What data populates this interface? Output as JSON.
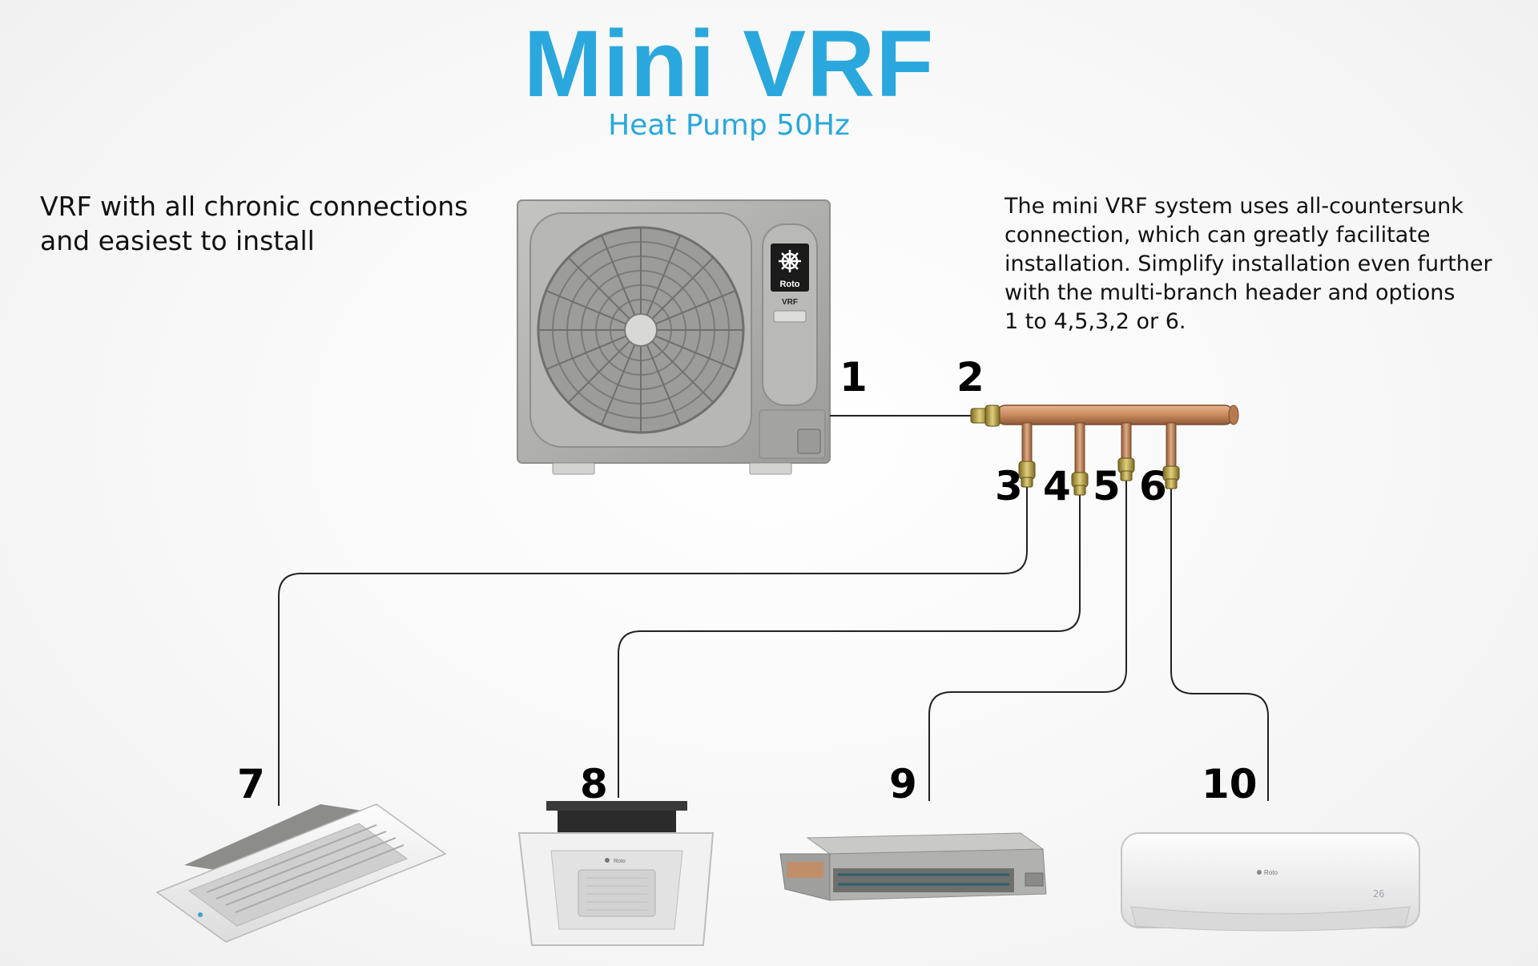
{
  "header": {
    "title": "Mini VRF",
    "subtitle": "Heat Pump 50Hz"
  },
  "left_description": {
    "line1": "VRF with all chronic connections",
    "line2": "and easiest to install"
  },
  "right_description": {
    "line1": "The mini VRF system uses all-countersunk",
    "line2": "connection, which can greatly facilitate",
    "line3": "installation. Simplify installation even further",
    "line4": "with the multi-branch header and options",
    "line5": "1 to 4,5,3,2 or 6."
  },
  "outdoor_unit": {
    "brand": "Roto",
    "model_label": "VRF"
  },
  "indoor_units": {
    "cassette_brand": "Roto",
    "wall_brand": "Roto",
    "wall_display": "26"
  },
  "labels": {
    "n1": "1",
    "n2": "2",
    "n3": "3",
    "n4": "4",
    "n5": "5",
    "n6": "6",
    "n7": "7",
    "n8": "8",
    "n9": "9",
    "n10": "10"
  },
  "colors": {
    "title": "#2aa8dd",
    "copper": "#c98a5e",
    "brass": "#b49a3c",
    "unit_gray": "#a9a9a7",
    "pipe_line": "#222222"
  }
}
